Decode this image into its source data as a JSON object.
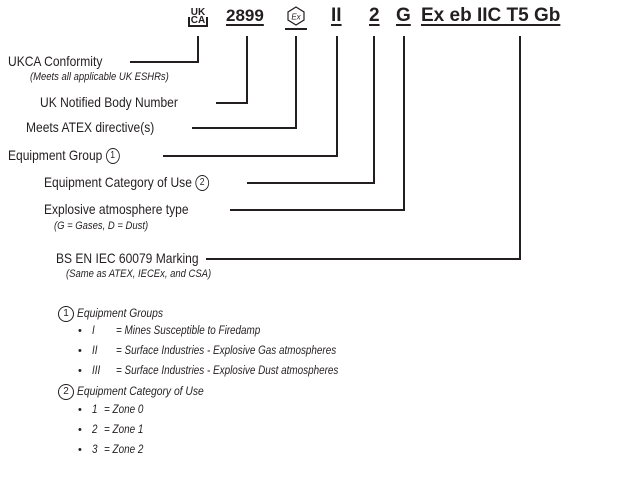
{
  "marking": {
    "ukca_top": "UK",
    "ukca_bottom": "CA",
    "notified_body": "2899",
    "ex_symbol": "Ex",
    "group": "II",
    "category": "2",
    "atmosphere": "G",
    "standard": "Ex eb IIC T5 Gb"
  },
  "labels": {
    "ukca": "UKCA Conformity",
    "ukca_sub": "(Meets all applicable UK ESHRs)",
    "notified": "UK Notified Body Number",
    "atex": "Meets ATEX directive(s)",
    "group": "Equipment Group",
    "group_ref": "1",
    "category": "Equipment Category of Use",
    "category_ref": "2",
    "atmosphere": "Explosive atmosphere type",
    "atmosphere_sub": "(G = Gases, D = Dust)",
    "standard": "BS EN IEC 60079 Marking",
    "standard_sub": "(Same as ATEX, IECEx, and CSA)"
  },
  "notes": {
    "groups_ref": "1",
    "groups_title": "Equipment Groups",
    "groups": [
      {
        "code": "I",
        "desc": "= Mines Susceptible to Firedamp"
      },
      {
        "code": "II",
        "desc": "= Surface Industries - Explosive Gas atmospheres"
      },
      {
        "code": "III",
        "desc": "= Surface Industries - Explosive Dust atmospheres"
      }
    ],
    "categories_ref": "2",
    "categories_title": "Equipment Category of Use",
    "categories": [
      {
        "code": "1",
        "desc": "= Zone 0"
      },
      {
        "code": "2",
        "desc": "= Zone 1"
      },
      {
        "code": "3",
        "desc": "= Zone 2"
      }
    ]
  }
}
